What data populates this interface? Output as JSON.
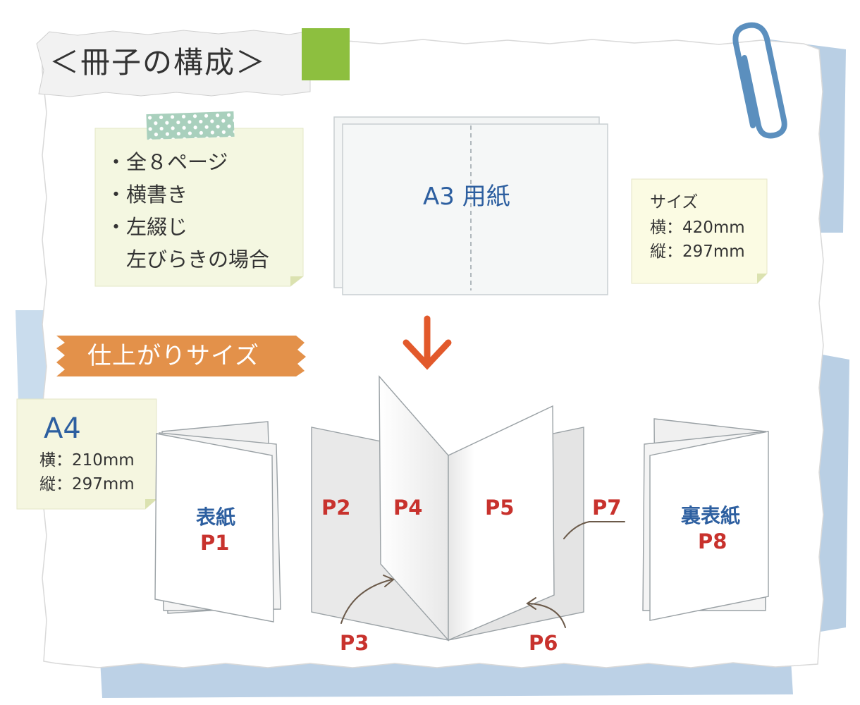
{
  "title": "＜冊子の構成＞",
  "features_note": {
    "items": [
      "・全８ページ",
      "・横書き",
      "・左綴じ",
      "　左びらきの場合"
    ]
  },
  "a3_sheet": {
    "label": "A3 用紙",
    "size_label": "サイズ",
    "width": "横：420mm",
    "height": "縦：297mm"
  },
  "finished_size": {
    "label": "仕上がりサイズ",
    "name": "A4",
    "width": "横：210mm",
    "height": "縦：297mm"
  },
  "pages": {
    "front_cover": "表紙",
    "p1": "P1",
    "p2": "P2",
    "p3": "P3",
    "p4": "P4",
    "p5": "P5",
    "p6": "P6",
    "p7": "P7",
    "back_cover": "裏表紙",
    "p8": "P8"
  },
  "colors": {
    "accent_blue": "#2d5fa0",
    "page_red": "#c8322d",
    "arrow_orange": "#e2592b",
    "tape_green": "#8dbf3f",
    "label_orange": "#e3914a",
    "paper_blue": "#b9cfe4",
    "clip_blue": "#5b8fbe"
  }
}
